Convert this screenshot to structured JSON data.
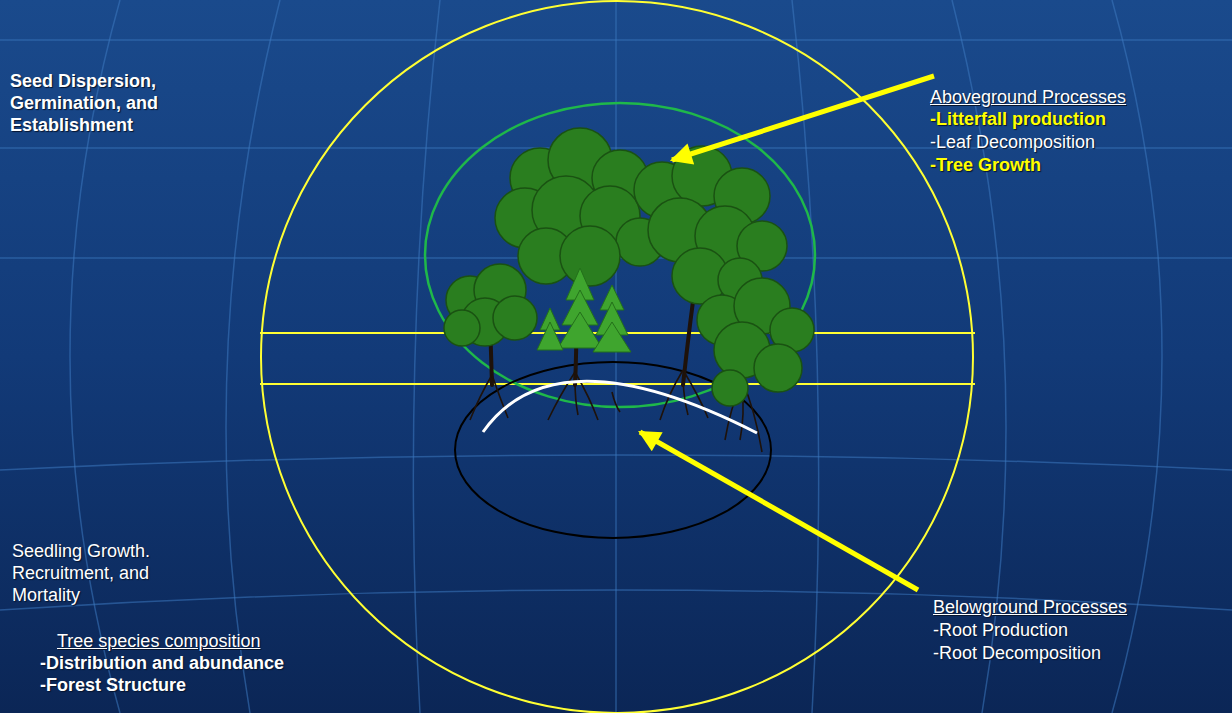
{
  "diagram": {
    "labels": [
      "Seed Dispersion, Germination, and Establishment",
      "Aboveground Processes",
      "-Litterfall production",
      "-Leaf Decomposition",
      "-Tree Growth",
      "Seedling Growth. Recruitment, and Mortality",
      "Tree species composition",
      "-Distribution and abundance",
      "-Forest Structure",
      "Belowground Processes",
      "-Root Production",
      "-Root Decomposition"
    ]
  }
}
